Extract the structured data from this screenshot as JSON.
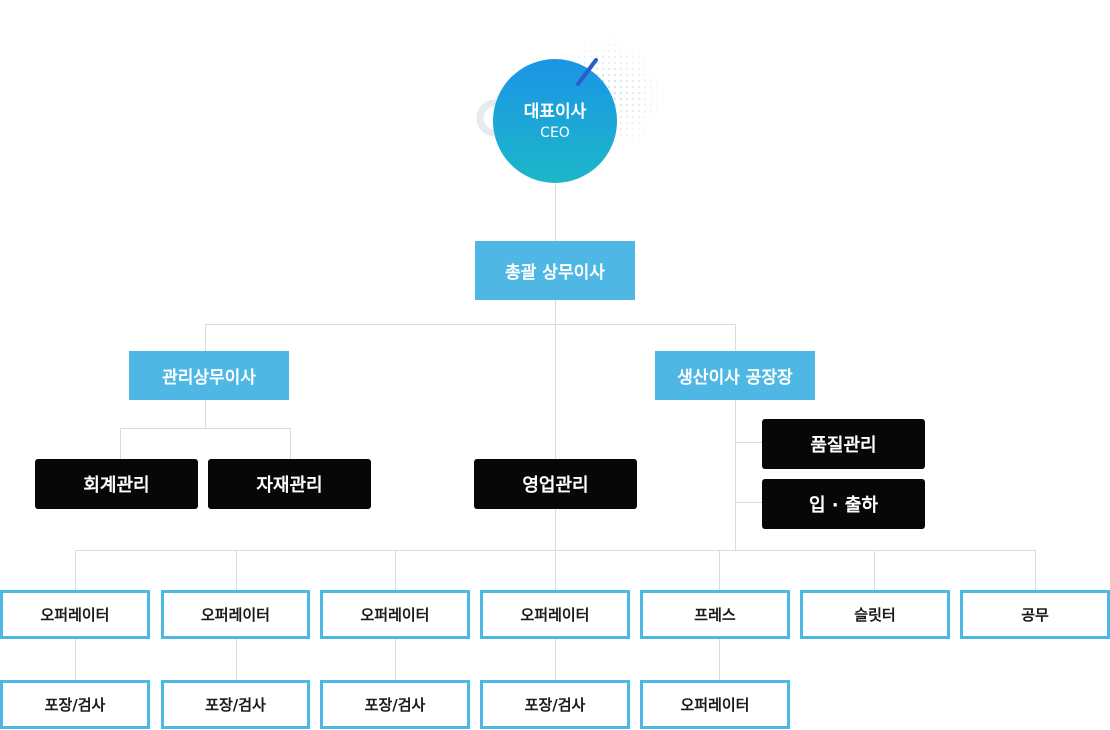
{
  "ceo": {
    "title": "대표이사",
    "subtitle": "CEO"
  },
  "general_director": "총괄 상무이사",
  "management_director": "관리상무이사",
  "production_director": "생산이사 공장장",
  "accounting": "회계관리",
  "materials": "자재관리",
  "sales": "영업관리",
  "quality": "품질관리",
  "shipping": "입 · 출하",
  "row1": [
    "오퍼레이터",
    "오퍼레이터",
    "오퍼레이터",
    "오퍼레이터",
    "프레스",
    "슬릿터",
    "공무"
  ],
  "row2": [
    "포장/검사",
    "포장/검사",
    "포장/검사",
    "포장/검사",
    "오퍼레이터"
  ],
  "colors": {
    "light_box": "#4fb7e3",
    "dark_box": "#070707",
    "outline": "#4fb7e3",
    "ceo_gradient_top": "#1b95e6",
    "ceo_gradient_bottom": "#1cb7c9",
    "connector": "#dcdcdc"
  }
}
